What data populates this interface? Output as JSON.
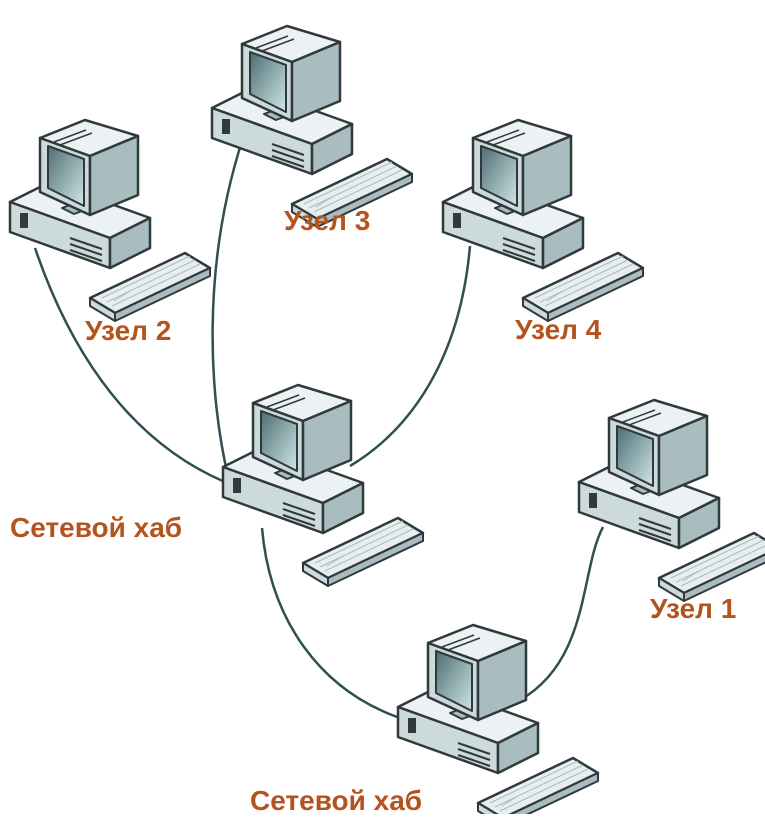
{
  "colors": {
    "label": "#b5531f",
    "cable": "#2f4f52",
    "outline": "#30393c",
    "case_light": "#ecf2f3",
    "case_mid": "#cddadc",
    "case_dark": "#a9bcbf",
    "screen_dark": "#4d6e73",
    "screen_light": "#cfe6e8",
    "keyboard": "#e6eef0"
  },
  "labels": {
    "node1": "Узел 1",
    "node2": "Узел 2",
    "node3": "Узел 3",
    "node4": "Узел 4",
    "hub_upper": "Сетевой хаб",
    "hub_lower": "Сетевой хаб"
  },
  "connections": [
    [
      "hub-upper",
      "node-2"
    ],
    [
      "hub-upper",
      "node-3"
    ],
    [
      "hub-upper",
      "node-4"
    ],
    [
      "hub-upper",
      "hub-lower"
    ],
    [
      "hub-lower",
      "node-1"
    ]
  ]
}
